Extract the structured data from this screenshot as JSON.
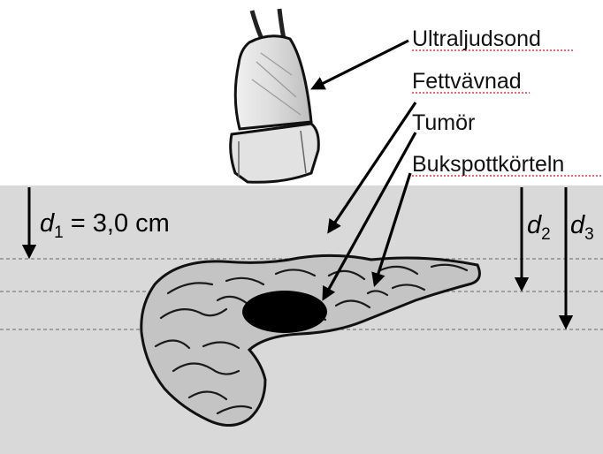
{
  "labels": {
    "probe": "Ultraljudsond",
    "fat": "Fettvävnad",
    "tumor": "Tumör",
    "pancreas": "Bukspottkörteln"
  },
  "depths": {
    "d1_symbol": "d",
    "d1_sub": "1",
    "d1_value": " = 3,0 cm",
    "d2_symbol": "d",
    "d2_sub": "2",
    "d3_symbol": "d",
    "d3_sub": "3"
  },
  "colors": {
    "tissue_background": "#d9d9d9",
    "organ_fill": "#c4c4c4",
    "tumor_fill": "#000000",
    "spellcheck_underline": "#dd1111"
  }
}
